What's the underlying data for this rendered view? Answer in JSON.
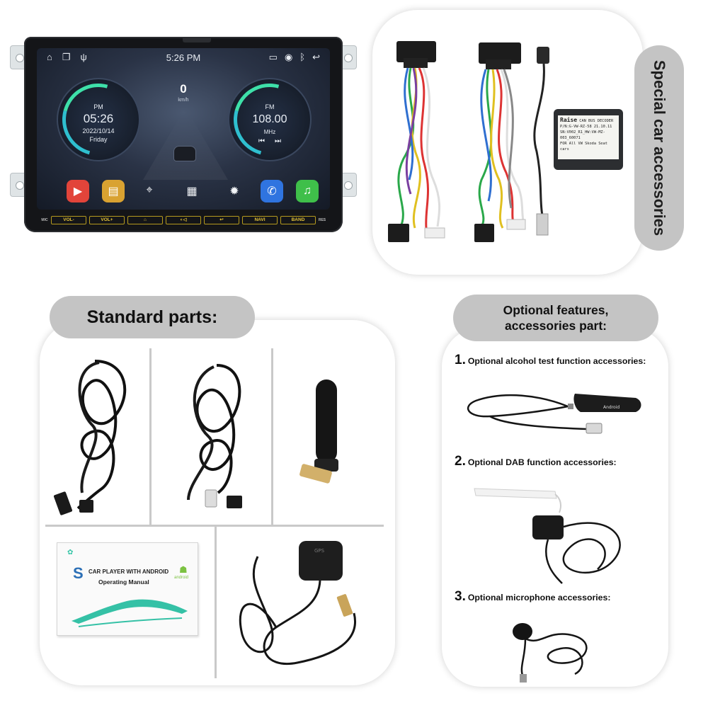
{
  "head_unit": {
    "status_time": "5:26 PM",
    "speed": "0",
    "speed_unit": "km/h",
    "clock_mode": "PM",
    "clock_time": "05:26",
    "clock_date": "2022/10/14",
    "clock_day": "Friday",
    "radio_band": "FM",
    "radio_freq": "108.00",
    "radio_unit": "MHz",
    "left_label": "MIC",
    "right_label": "RES",
    "buttons": [
      "VOL-",
      "VOL+",
      "⌂",
      "◐◁",
      "↩",
      "NAVI",
      "BAND"
    ],
    "app_colors": {
      "video": "#e2443a",
      "radio": "#d9a231",
      "phone": "#2f74e0",
      "music": "#3fbf4a"
    }
  },
  "special": {
    "title": "Special car accessories",
    "decoder": {
      "brand": "Raise",
      "name": "CAN BUS DECODER",
      "pn": "P/N:G-VW-RZ-58",
      "date": "21.10.11",
      "sn": "SN:V002_R1_HW:VW-MZ-003_60071",
      "fit": "FOR All VW Skoda Seat cars"
    }
  },
  "standard": {
    "title": "Standard parts:",
    "manual_title": "CAR PLAYER WITH ANDROID",
    "manual_subtitle": "Operating Manual",
    "manual_logo_text": "android",
    "gps_label": "GPS"
  },
  "optional": {
    "title_line1": "Optional features,",
    "title_line2": "accessories part:",
    "items": [
      {
        "num": "1.",
        "text": "Optional alcohol test function accessories:"
      },
      {
        "num": "2.",
        "text": "Optional DAB function accessories:"
      },
      {
        "num": "3.",
        "text": "Optional microphone accessories:"
      }
    ],
    "tester_label": "Android"
  }
}
